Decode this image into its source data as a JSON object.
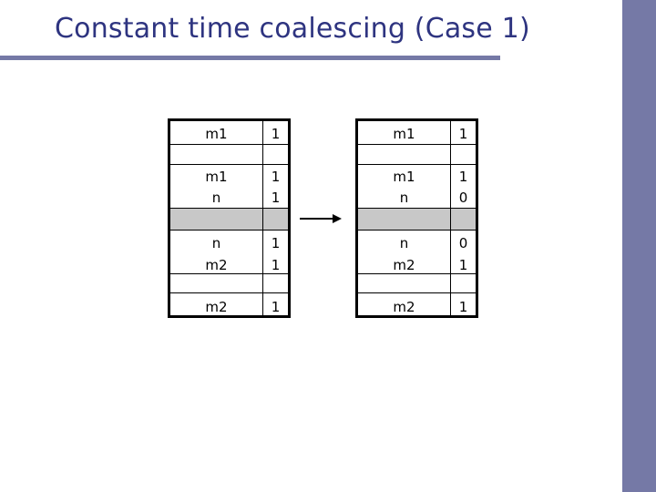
{
  "title": "Constant time coalescing (Case 1)",
  "blocks": [
    {
      "rows": [
        {
          "left": "m1",
          "right": "1"
        },
        {
          "left": "m1",
          "right": "1"
        },
        {
          "left": "n",
          "right": "1"
        },
        {
          "left": "",
          "right": ""
        },
        {
          "left": "n",
          "right": "1"
        },
        {
          "left": "m2",
          "right": "1"
        },
        {
          "left": "m2",
          "right": "1"
        }
      ]
    },
    {
      "rows": [
        {
          "left": "m1",
          "right": "1"
        },
        {
          "left": "m1",
          "right": "1"
        },
        {
          "left": "n",
          "right": "0"
        },
        {
          "left": "",
          "right": ""
        },
        {
          "left": "n",
          "right": "0"
        },
        {
          "left": "m2",
          "right": "1"
        },
        {
          "left": "m2",
          "right": "1"
        }
      ]
    }
  ],
  "colors": {
    "title": "#2e3480",
    "accent_bar": "#7579a6",
    "free_block_fill": "#c8c8c8",
    "border": "#000000"
  },
  "arrow_icon": "right-arrow-icon"
}
